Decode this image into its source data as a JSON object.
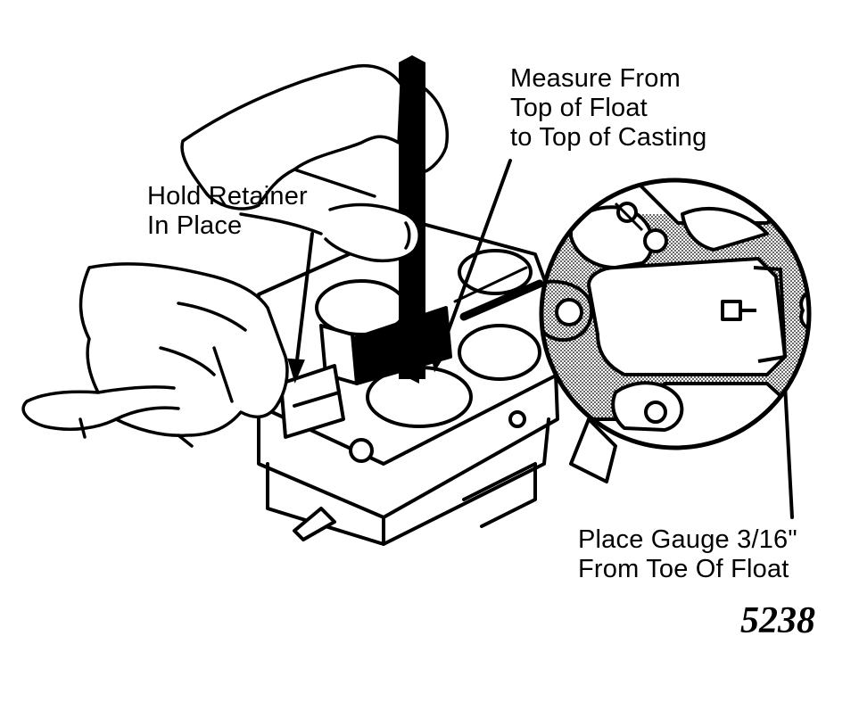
{
  "callouts": {
    "measure": {
      "lines": [
        "Measure From",
        "Top of Float",
        "to Top of Casting"
      ]
    },
    "hold": {
      "lines": [
        "Hold Retainer",
        "In Place"
      ]
    },
    "gauge": {
      "lines": [
        "Place Gauge 3/16\"",
        "From Toe Of Float"
      ]
    }
  },
  "figure_number": "5238",
  "colors": {
    "ink": "#000000",
    "paper": "#ffffff",
    "shading": "#8c8c8c"
  }
}
